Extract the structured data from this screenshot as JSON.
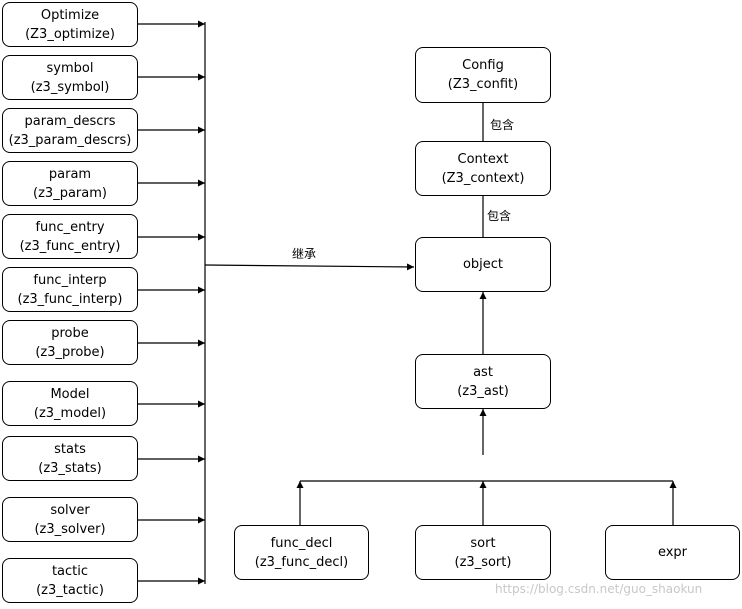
{
  "diagram": {
    "left_nodes": [
      {
        "name": "Optimize",
        "cname": "(Z3_optimize)"
      },
      {
        "name": "symbol",
        "cname": "(z3_symbol)"
      },
      {
        "name": "param_descrs",
        "cname": "(z3_param_descrs)"
      },
      {
        "name": "param",
        "cname": "(z3_param)"
      },
      {
        "name": "func_entry",
        "cname": "(z3_func_entry)"
      },
      {
        "name": "func_interp",
        "cname": "(z3_func_interp)"
      },
      {
        "name": "probe",
        "cname": "(z3_probe)"
      },
      {
        "name": "Model",
        "cname": "(z3_model)"
      },
      {
        "name": "stats",
        "cname": "(z3_stats)"
      },
      {
        "name": "solver",
        "cname": "(z3_solver)"
      },
      {
        "name": "tactic",
        "cname": "(z3_tactic)"
      }
    ],
    "config": {
      "name": "Config",
      "cname": "(Z3_confit)"
    },
    "context": {
      "name": "Context",
      "cname": "(Z3_context)"
    },
    "object": {
      "name": "object"
    },
    "ast": {
      "name": "ast",
      "cname": "(z3_ast)"
    },
    "bottom_nodes": [
      {
        "name": "func_decl",
        "cname": "(z3_func_decl)"
      },
      {
        "name": "sort",
        "cname": "(z3_sort)"
      },
      {
        "name": "expr",
        "cname": ""
      }
    ],
    "edge_labels": {
      "inherit": "继承",
      "contain_1": "包含",
      "contain_2": "包含"
    },
    "watermark": "https://blog.csdn.net/guo_shaokun"
  }
}
